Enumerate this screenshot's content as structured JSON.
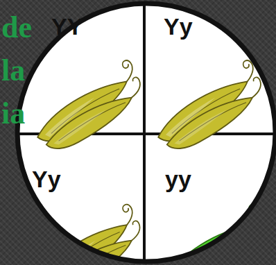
{
  "diagram": {
    "nodes": [
      {
        "text": [
          "YY"
        ]
      },
      {
        "text": [
          "Yy"
        ]
      },
      {
        "text": [
          "Yy"
        ]
      },
      {
        "text": [
          "yy"
        ]
      }
    ],
    "labels": [
      "de",
      "la",
      "ia"
    ]
  }
}
